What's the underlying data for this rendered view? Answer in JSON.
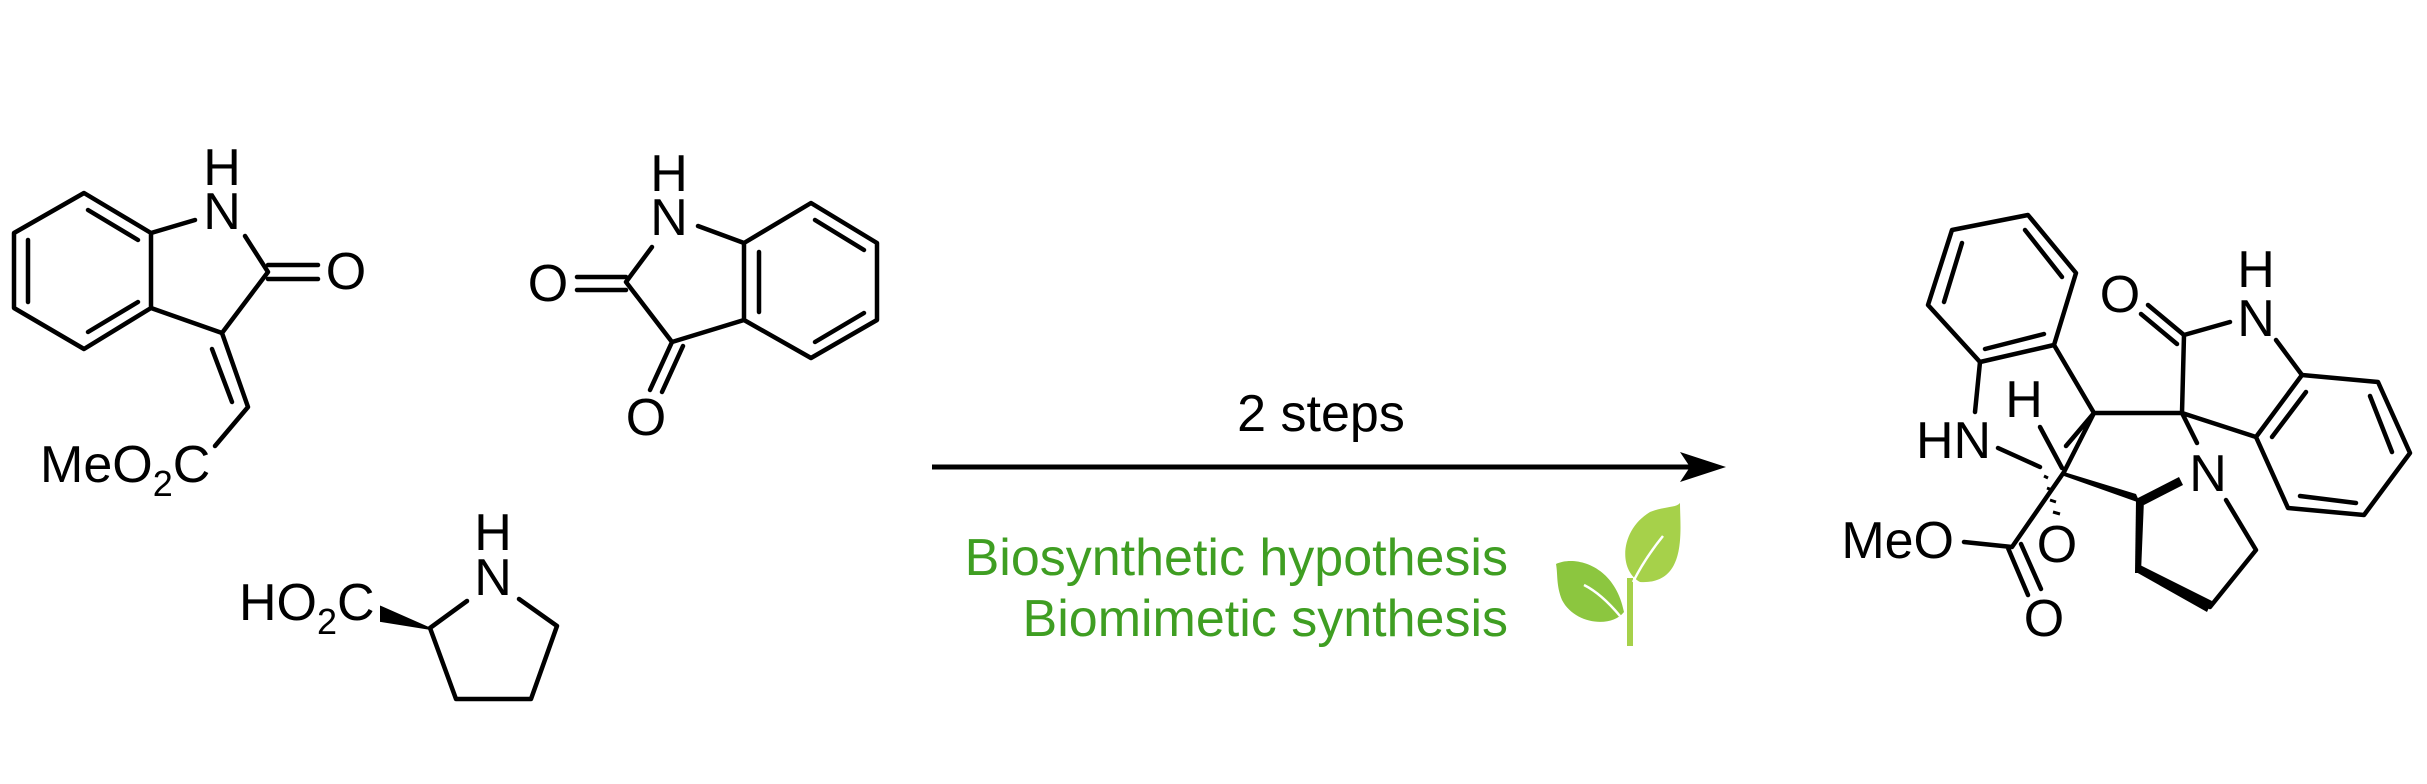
{
  "reactants": {
    "oxindole": {
      "n": "N",
      "h": "H",
      "o": "O",
      "ester": {
        "main": "MeO",
        "sub": "2",
        "tail": "C"
      }
    },
    "isatin": {
      "n": "N",
      "h": "H",
      "o1": "O",
      "o2": "O"
    },
    "proline": {
      "n": "N",
      "h": "H",
      "acid": {
        "main": "HO",
        "sub": "2",
        "tail": "C"
      }
    }
  },
  "arrow": {
    "above": "2 steps",
    "below": [
      "Biosynthetic hypothesis",
      "Biomimetic synthesis"
    ],
    "text_color": "#3f9e22",
    "icon": "sprout-icon",
    "icon_colors": [
      "#8cc63f",
      "#a6d14a"
    ]
  },
  "product": {
    "hn": "HN",
    "h_stereo": "H",
    "o_hashed": "O",
    "o_lactam": "O",
    "nh_n": "N",
    "nh_h": "H",
    "n_pyrr": "N",
    "meo": "MeO",
    "o_ester": "O"
  }
}
